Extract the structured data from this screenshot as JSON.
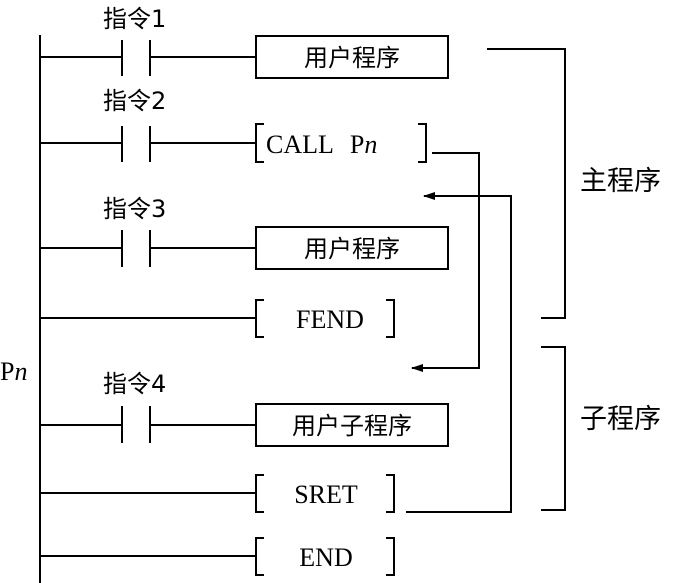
{
  "instructions": [
    "指令1",
    "指令2",
    "指令3",
    "指令4"
  ],
  "boxes": {
    "user_program_1": "用户程序",
    "user_program_2": "用户程序",
    "user_subprogram": "用户子程序"
  },
  "calls": {
    "call_prefix": "CALL",
    "call_target": "P",
    "call_target_italic": "n"
  },
  "bracket_instructions": {
    "fend": "FEND",
    "sret": "SRET",
    "end": "END"
  },
  "pointer_label": {
    "p": "P",
    "n": "n"
  },
  "side_labels": {
    "main_program": "主程序",
    "sub_program": "子程序"
  }
}
